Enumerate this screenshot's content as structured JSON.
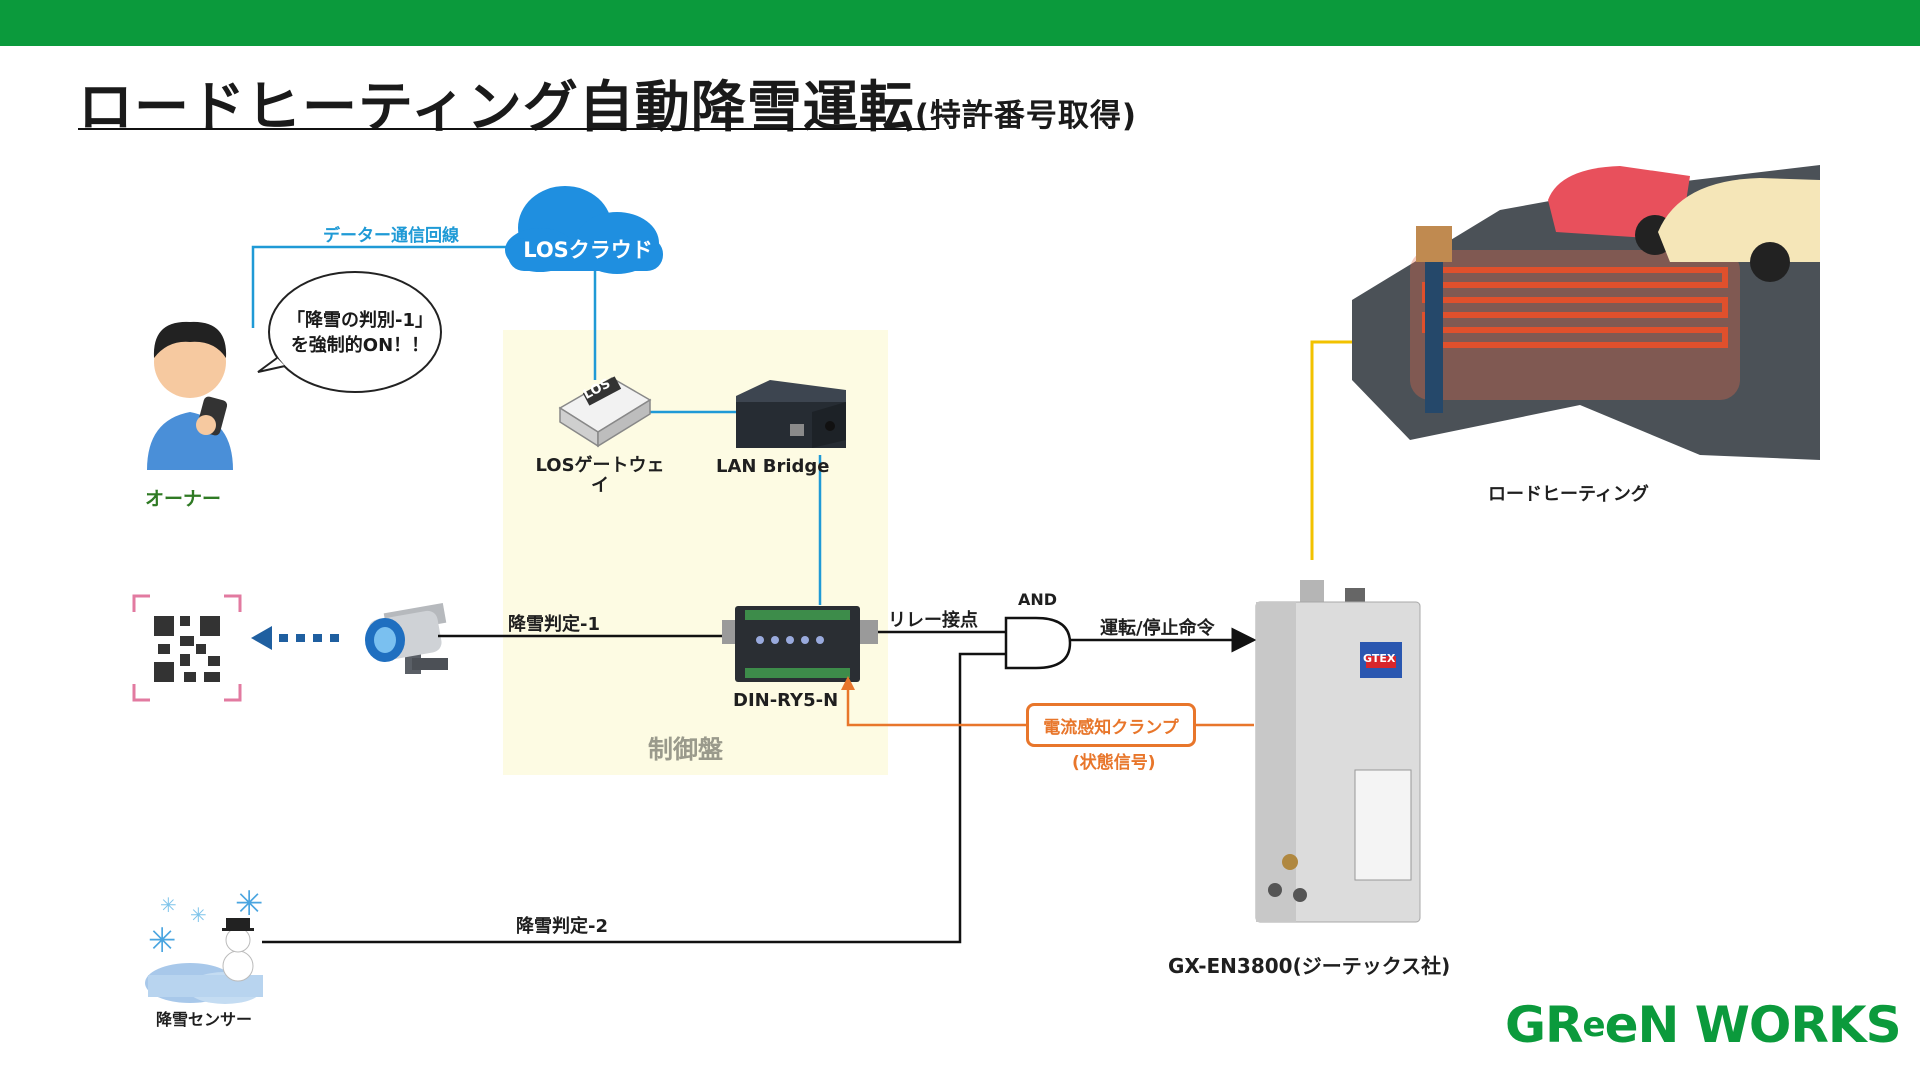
{
  "title": {
    "main": "ロードヒーティング自動降雪運転",
    "sub": "(特許番号取得)"
  },
  "nodes": {
    "cloud": "LOSクラウド",
    "data_line": "データー通信回線",
    "owner": "オーナー",
    "bubble_line1": "「降雪の判別-1」",
    "bubble_line2": "を強制的ON！！",
    "gateway_line1": "LOSゲートウェ",
    "gateway_line2": "イ",
    "lan_bridge": "LAN Bridge",
    "din": "DIN-RY5-N",
    "control_panel": "制御盤",
    "snow_judge_1": "降雪判定-1",
    "snow_judge_2": "降雪判定-2",
    "relay": "リレー接点",
    "and_gate": "AND",
    "command": "運転/停止命令",
    "clamp": "電流感知クランプ",
    "clamp_sub": "(状態信号)",
    "boiler": "GX-EN3800(ジーテックス社)",
    "road_heating": "ロードヒーティング",
    "snow_sensor": "降雪センサー",
    "gateway_badge": "LOS",
    "boiler_badge": "GTEX"
  },
  "logo": {
    "part1": "GR",
    "e": "e",
    "part2": "eN WORKS"
  },
  "colors": {
    "header": "#0b9a3c",
    "data_line": "#1f9ad6",
    "signal": "#e8762b",
    "power": "#f2c200",
    "panel": "#fdfbe3"
  }
}
